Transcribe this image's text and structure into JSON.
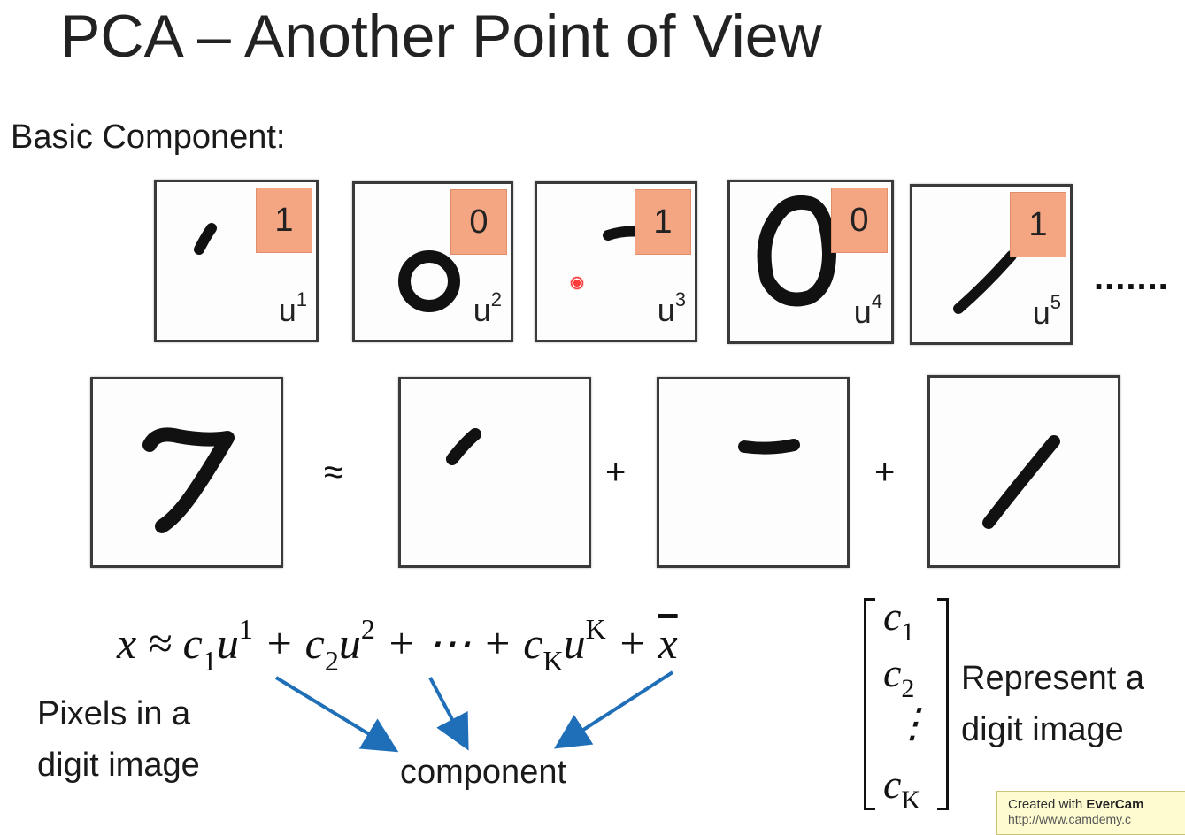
{
  "slide": {
    "title": "PCA – Another Point of View",
    "subtitle": "Basic Component:"
  },
  "components": [
    {
      "badge": "1",
      "label": "u",
      "sup": "1"
    },
    {
      "badge": "0",
      "label": "u",
      "sup": "2"
    },
    {
      "badge": "1",
      "label": "u",
      "sup": "3"
    },
    {
      "badge": "0",
      "label": "u",
      "sup": "4"
    },
    {
      "badge": "1",
      "label": "u",
      "sup": "5"
    }
  ],
  "ellipsis": ".......",
  "equation_ops": {
    "approx": "≈",
    "plus1": "+",
    "plus2": "+"
  },
  "formula": {
    "x": "x",
    "approx": " ≈ ",
    "c1": "c",
    "c1_sub": "1",
    "u1": "u",
    "u1_sup": "1",
    "plus_a": " + ",
    "c2": "c",
    "c2_sub": "2",
    "u2": "u",
    "u2_sup": "2",
    "plus_b": " + ⋯ + ",
    "cK": "c",
    "cK_sub": "K",
    "uK": "u",
    "uK_sup": "K",
    "plus_c": " + ",
    "xbar": "x"
  },
  "labels": {
    "pixels_line1": "Pixels in a",
    "pixels_line2": "digit image",
    "component": "component",
    "represent_line1": "Represent a",
    "represent_line2": "digit image"
  },
  "matrix": {
    "row1": "c",
    "row1_sub": "1",
    "row2": "c",
    "row2_sub": "2",
    "dots": "⋮",
    "row4": "c",
    "row4_sub": "K"
  },
  "watermark": {
    "prefix": "Created with ",
    "brand": "EverCam",
    "url": "http://www.camdemy.c"
  },
  "colors": {
    "badge": "#f4a582",
    "arrow": "#1f6fb8",
    "watermark_bg": "#fffbd0"
  }
}
